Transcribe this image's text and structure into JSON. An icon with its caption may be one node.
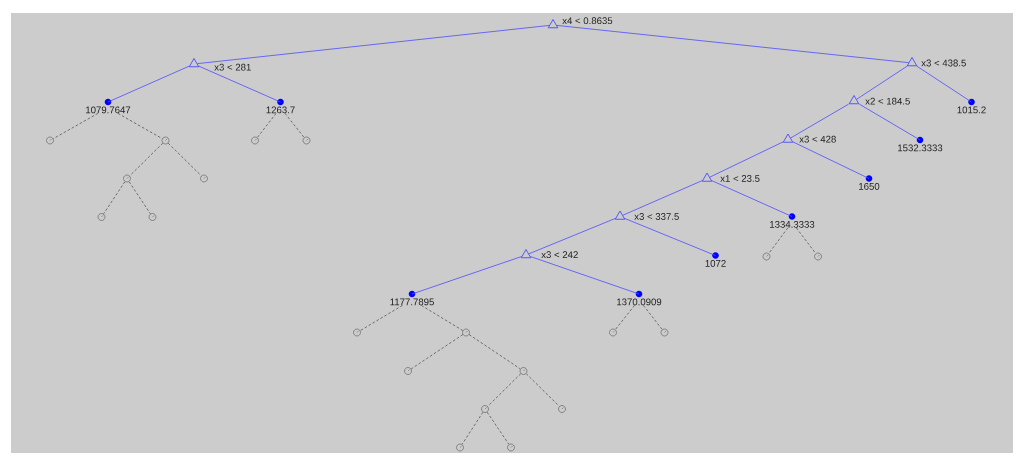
{
  "diagram": {
    "nodes": [
      {
        "text": [],
        "shape": "triangle",
        "beside": [
          "x4 < 0.8635"
        ]
      },
      {
        "text": [],
        "shape": "triangle",
        "beside": [
          "x3 < 281"
        ]
      },
      {
        "text": [],
        "shape": "triangle",
        "beside": [
          "x3 < 438.5"
        ]
      },
      {
        "text": [
          "1079.7647"
        ]
      },
      {
        "text": [
          "1263.7"
        ]
      },
      {
        "text": [],
        "shape": "triangle",
        "beside": [
          "x2 < 184.5"
        ]
      },
      {
        "text": [
          "1015.2"
        ]
      },
      {
        "text": [],
        "shape": "circle"
      },
      {
        "text": [],
        "shape": "circle"
      },
      {
        "text": [],
        "shape": "circle"
      },
      {
        "text": [],
        "shape": "circle"
      },
      {
        "text": [],
        "shape": "triangle",
        "beside": [
          "x3 < 428"
        ]
      },
      {
        "text": [
          "1532.3333"
        ]
      },
      {
        "text": [],
        "shape": "circle"
      },
      {
        "text": [],
        "shape": "circle"
      },
      {
        "text": [],
        "shape": "triangle",
        "beside": [
          "x1 < 23.5"
        ]
      },
      {
        "text": [
          "1650"
        ]
      },
      {
        "text": [],
        "shape": "circle"
      },
      {
        "text": [],
        "shape": "circle"
      },
      {
        "text": [],
        "shape": "triangle",
        "beside": [
          "x3 < 337.5"
        ]
      },
      {
        "text": [
          "1334.3333"
        ]
      },
      {
        "text": [],
        "shape": "triangle",
        "beside": [
          "x3 < 242"
        ]
      },
      {
        "text": [
          "1072"
        ]
      },
      {
        "text": [],
        "shape": "circle"
      },
      {
        "text": [],
        "shape": "circle"
      },
      {
        "text": [
          "1177.7895"
        ]
      },
      {
        "text": [
          "1370.0909"
        ]
      },
      {
        "text": [],
        "shape": "circle"
      },
      {
        "text": [],
        "shape": "circle"
      },
      {
        "text": [],
        "shape": "circle"
      },
      {
        "text": [],
        "shape": "circle"
      },
      {
        "text": [],
        "shape": "circle"
      },
      {
        "text": [],
        "shape": "circle"
      },
      {
        "text": [],
        "shape": "circle"
      },
      {
        "text": [],
        "shape": "circle"
      },
      {
        "text": [],
        "shape": "circle"
      },
      {
        "text": [],
        "shape": "circle"
      }
    ],
    "edges": [
      {
        "from": 0,
        "to": 1,
        "arrow": "none",
        "color": "#4d4dff"
      },
      {
        "from": 0,
        "to": 2,
        "arrow": "none",
        "color": "#4d4dff"
      },
      {
        "from": 1,
        "to": 3,
        "arrow": "none",
        "color": "#4d4dff"
      },
      {
        "from": 1,
        "to": 4,
        "arrow": "none",
        "color": "#4d4dff"
      },
      {
        "from": 2,
        "to": 5,
        "arrow": "none",
        "color": "#4d4dff"
      },
      {
        "from": 2,
        "to": 6,
        "arrow": "none",
        "color": "#4d4dff"
      },
      {
        "from": 5,
        "to": 11,
        "arrow": "none",
        "color": "#4d4dff"
      },
      {
        "from": 5,
        "to": 12,
        "arrow": "none",
        "color": "#4d4dff"
      },
      {
        "from": 11,
        "to": 15,
        "arrow": "none",
        "color": "#4d4dff"
      },
      {
        "from": 11,
        "to": 16,
        "arrow": "none",
        "color": "#4d4dff"
      },
      {
        "from": 15,
        "to": 19,
        "arrow": "none",
        "color": "#4d4dff"
      },
      {
        "from": 15,
        "to": 20,
        "arrow": "none",
        "color": "#4d4dff"
      },
      {
        "from": 19,
        "to": 21,
        "arrow": "none",
        "color": "#4d4dff"
      },
      {
        "from": 19,
        "to": 22,
        "arrow": "none",
        "color": "#4d4dff"
      },
      {
        "from": 21,
        "to": 25,
        "arrow": "none",
        "color": "#4d4dff"
      },
      {
        "from": 21,
        "to": 26,
        "arrow": "none",
        "color": "#4d4dff"
      },
      {
        "from": 3,
        "to": 7,
        "arrow": "none",
        "style": "dashed"
      },
      {
        "from": 3,
        "to": 8,
        "arrow": "none",
        "style": "dashed"
      },
      {
        "from": 8,
        "to": 13,
        "arrow": "none",
        "style": "dashed"
      },
      {
        "from": 8,
        "to": 14,
        "arrow": "none",
        "style": "dashed"
      },
      {
        "from": 13,
        "to": 17,
        "arrow": "none",
        "style": "dashed"
      },
      {
        "from": 13,
        "to": 18,
        "arrow": "none",
        "style": "dashed"
      },
      {
        "from": 4,
        "to": 9,
        "arrow": "none",
        "style": "dashed"
      },
      {
        "from": 4,
        "to": 10,
        "arrow": "none",
        "style": "dashed"
      },
      {
        "from": 20,
        "to": 23,
        "arrow": "none",
        "style": "dashed"
      },
      {
        "from": 20,
        "to": 24,
        "arrow": "none",
        "style": "dashed"
      },
      {
        "from": 25,
        "to": 27,
        "arrow": "none",
        "style": "dashed"
      },
      {
        "from": 25,
        "to": 28,
        "arrow": "none",
        "style": "dashed"
      },
      {
        "from": 28,
        "to": 31,
        "arrow": "none",
        "style": "dashed"
      },
      {
        "from": 28,
        "to": 32,
        "arrow": "none",
        "style": "dashed"
      },
      {
        "from": 32,
        "to": 33,
        "arrow": "none",
        "style": "dashed"
      },
      {
        "from": 32,
        "to": 34,
        "arrow": "none",
        "style": "dashed"
      },
      {
        "from": 33,
        "to": 35,
        "arrow": "none",
        "style": "dashed"
      },
      {
        "from": 33,
        "to": 36,
        "arrow": "none",
        "style": "dashed"
      },
      {
        "from": 26,
        "to": 29,
        "arrow": "none",
        "style": "dashed"
      },
      {
        "from": 26,
        "to": 30,
        "arrow": "none",
        "style": "dashed"
      }
    ]
  }
}
